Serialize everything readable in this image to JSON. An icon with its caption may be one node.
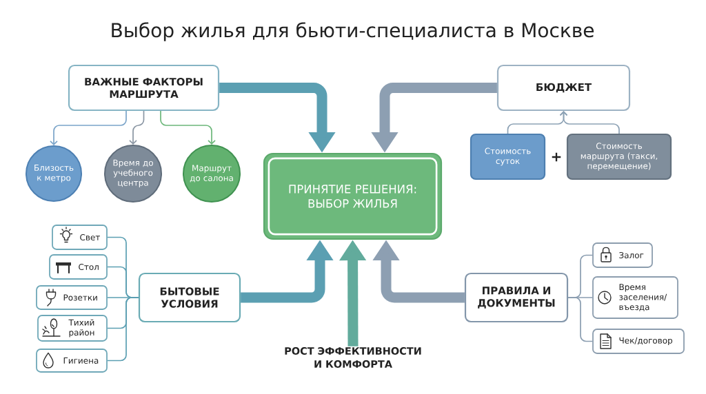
{
  "diagram": {
    "title": "Выбор жилья для бьюти-специалиста в Москве",
    "nodes": [
      {
        "text": [
          "ВАЖНЫЕ ФАКТОРЫ МАРШРУТА"
        ]
      },
      {
        "text": [
          "БЮДЖЕТ"
        ]
      },
      {
        "text": [
          "Близость к метро"
        ]
      },
      {
        "text": [
          "Время до учебного центра"
        ]
      },
      {
        "text": [
          "Маршрут до салона"
        ]
      },
      {
        "text": [
          "Стоимость суток"
        ]
      },
      {
        "text": [
          "Стоимость маршрута (такси, перемещение)"
        ]
      },
      {
        "text": [
          "ПРИНЯТИЕ РЕШЕНИЯ: ВЫБОР ЖИЛЬЯ"
        ]
      },
      {
        "text": [
          "Свет"
        ]
      },
      {
        "text": [
          "Стол"
        ]
      },
      {
        "text": [
          "Розетки"
        ]
      },
      {
        "text": [
          "Тихий район"
        ]
      },
      {
        "text": [
          "Гигиена"
        ]
      },
      {
        "text": [
          "БЫТОВЫЕ УСЛОВИЯ"
        ]
      },
      {
        "text": [
          "ПРАВИЛА И ДОКУМЕНТЫ"
        ]
      },
      {
        "text": [
          "Залог"
        ]
      },
      {
        "text": [
          "Время заселения/ въезда"
        ]
      },
      {
        "text": [
          "Чек/договор"
        ]
      },
      {
        "text": [
          "РОСТ ЭФФЕКТИВНОСТИ И КОМФОРТА"
        ]
      }
    ],
    "edges": [
      {
        "from": 0,
        "to": 2,
        "arrow": "to",
        "color": "#7aa4c9"
      },
      {
        "from": 0,
        "to": 3,
        "arrow": "to",
        "color": "#8a96a3"
      },
      {
        "from": 0,
        "to": 4,
        "arrow": "to",
        "color": "#6cb77a"
      },
      {
        "from": 5,
        "to": 1,
        "arrow": "to",
        "color": "#8da2b5"
      },
      {
        "from": 6,
        "to": 1,
        "arrow": "to",
        "color": "#8da2b5"
      },
      {
        "from": 0,
        "to": 7,
        "arrow": "to",
        "style": "thick"
      },
      {
        "from": 1,
        "to": 7,
        "arrow": "to",
        "style": "thick",
        "color": "#8d9fb2"
      },
      {
        "from": 13,
        "to": 7,
        "arrow": "to",
        "style": "thick"
      },
      {
        "from": 18,
        "to": 7,
        "arrow": "to",
        "style": "thick",
        "color": "#62ab9c"
      },
      {
        "from": 14,
        "to": 7,
        "arrow": "to",
        "style": "thick",
        "color": "#8d9fb2"
      },
      {
        "from": 8,
        "to": 13,
        "arrow": "none"
      },
      {
        "from": 9,
        "to": 13,
        "arrow": "none"
      },
      {
        "from": 10,
        "to": 13,
        "arrow": "none"
      },
      {
        "from": 11,
        "to": 13,
        "arrow": "none"
      },
      {
        "from": 12,
        "to": 13,
        "arrow": "none"
      },
      {
        "from": 14,
        "to": 15,
        "arrow": "none",
        "color": "#8a9db0"
      },
      {
        "from": 14,
        "to": 16,
        "arrow": "none",
        "color": "#8a9db0"
      },
      {
        "from": 14,
        "to": 17,
        "arrow": "none",
        "color": "#8a9db0"
      }
    ],
    "labels": [
      "+"
    ]
  }
}
